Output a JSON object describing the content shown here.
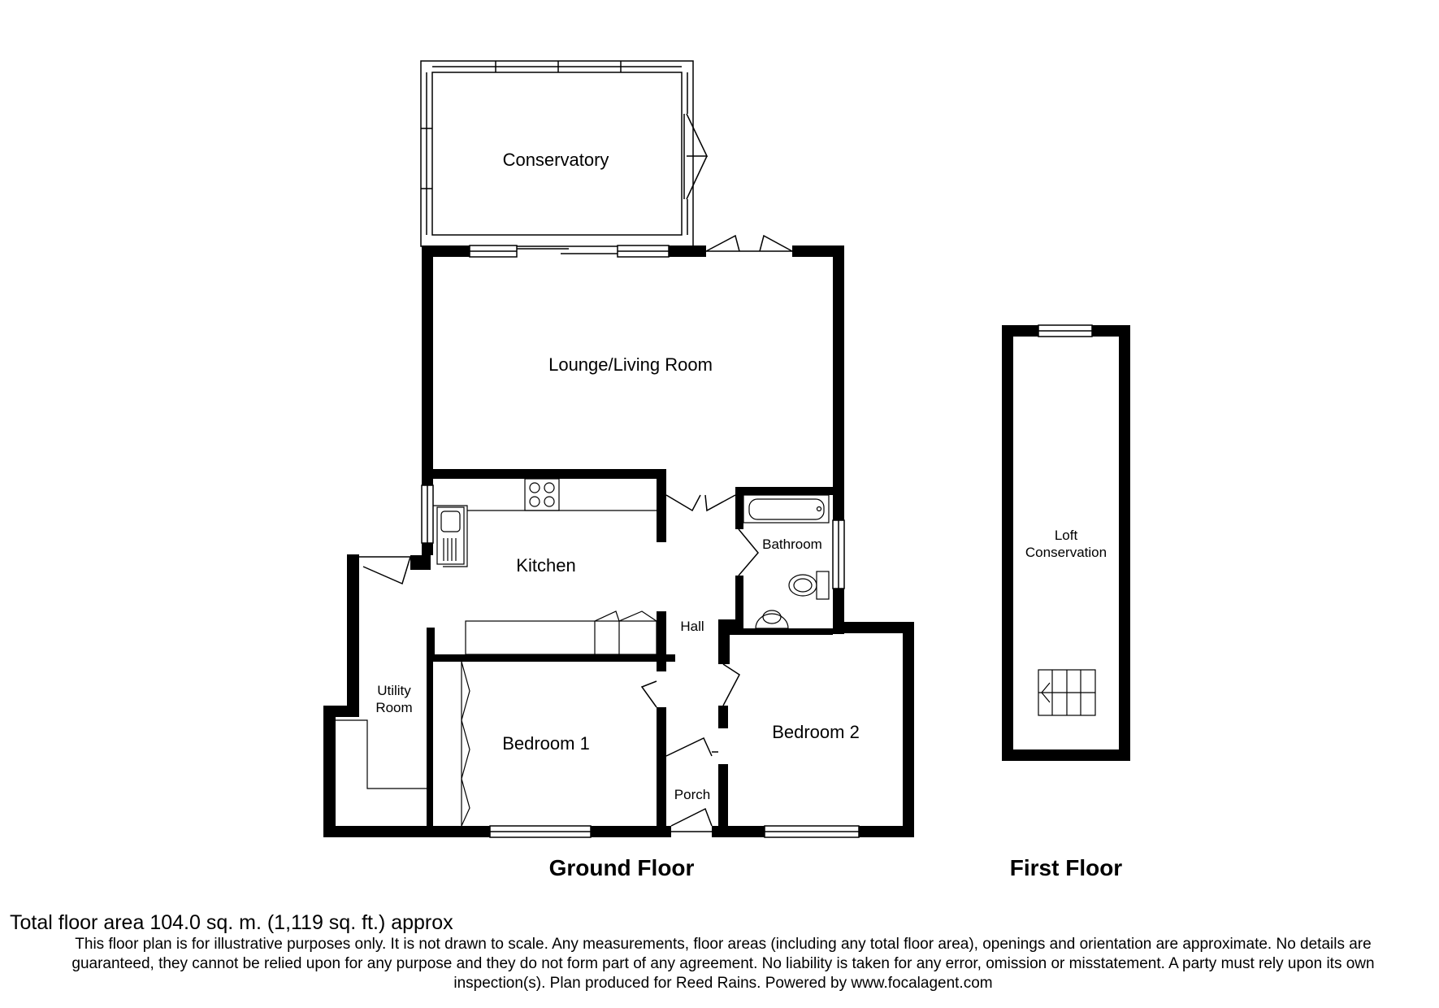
{
  "rooms": {
    "conservatory": "Conservatory",
    "lounge": "Lounge/Living Room",
    "kitchen": "Kitchen",
    "bathroom": "Bathroom",
    "hall": "Hall",
    "utility_line1": "Utility",
    "utility_line2": "Room",
    "bedroom1": "Bedroom 1",
    "bedroom2": "Bedroom 2",
    "porch": "Porch",
    "loft_line1": "Loft",
    "loft_line2": "Conservation"
  },
  "floors": {
    "ground": "Ground Floor",
    "first": "First Floor"
  },
  "footer": {
    "total_area": "Total floor area 104.0 sq. m. (1,119 sq. ft.) approx",
    "disclaimer": "This floor plan is for illustrative purposes only. It is not drawn to scale. Any measurements, floor areas (including any total floor area), openings and orientation are approximate. No details are guaranteed, they cannot be relied upon for any purpose and they do not form part of any agreement. No liability is taken for any error, omission or misstatement. A party must rely upon its own inspection(s). Plan produced for Reed Rains. Powered by www.focalagent.com"
  }
}
